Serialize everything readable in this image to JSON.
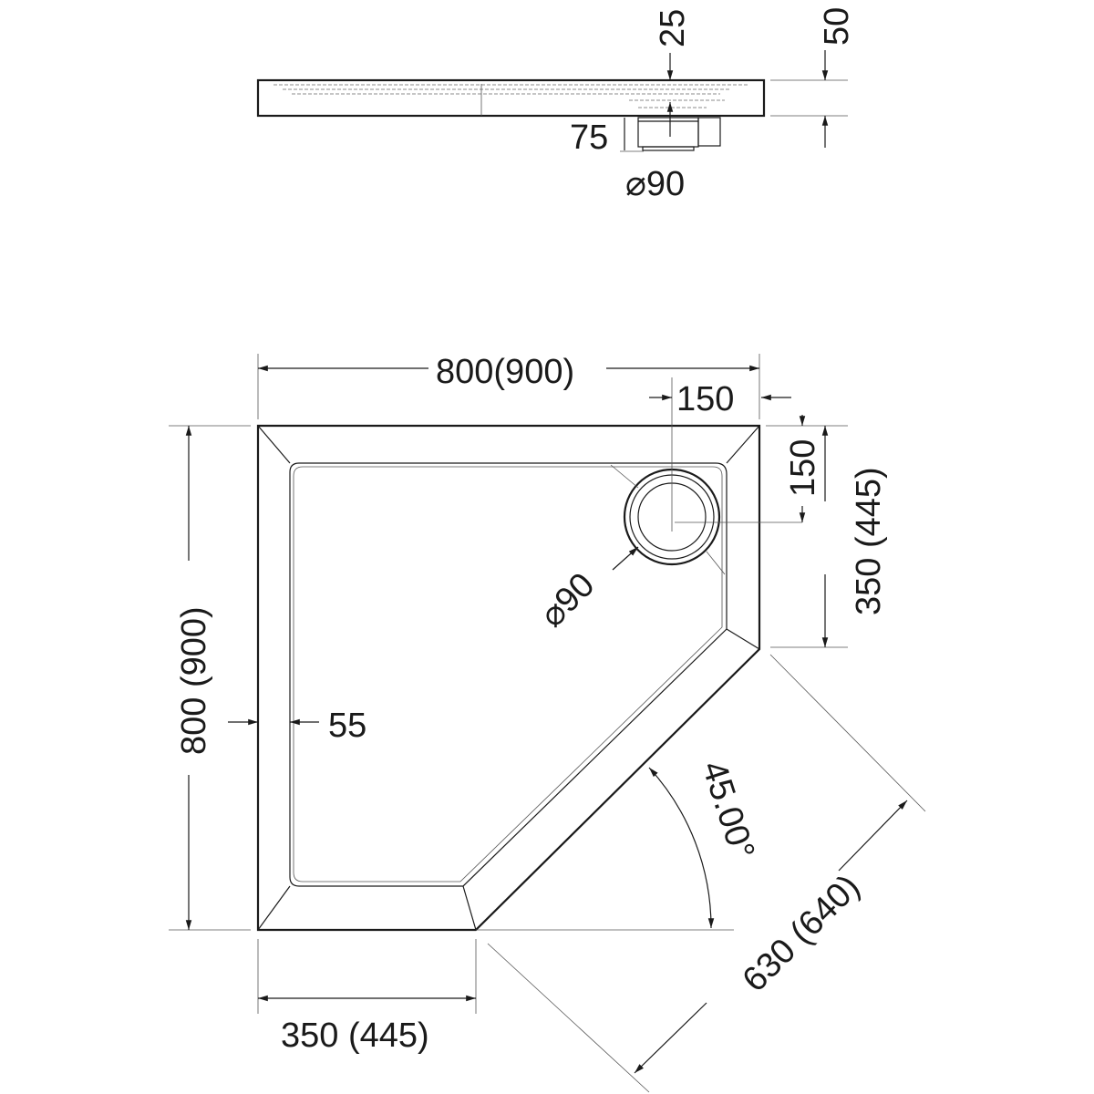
{
  "side_view": {
    "lip_depth": "25",
    "height": "50",
    "waste_height": "75",
    "waste_diameter": "⌀90"
  },
  "plan_view": {
    "width": "800(900)",
    "drain_offset_x": "150",
    "drain_offset_y": "150",
    "right_side": "350 (445)",
    "depth": "800 (900)",
    "rim_width": "55",
    "drain_diameter": "⌀90",
    "angle": "45.00°",
    "diagonal": "630 (640)",
    "bottom_side": "350 (445)"
  }
}
